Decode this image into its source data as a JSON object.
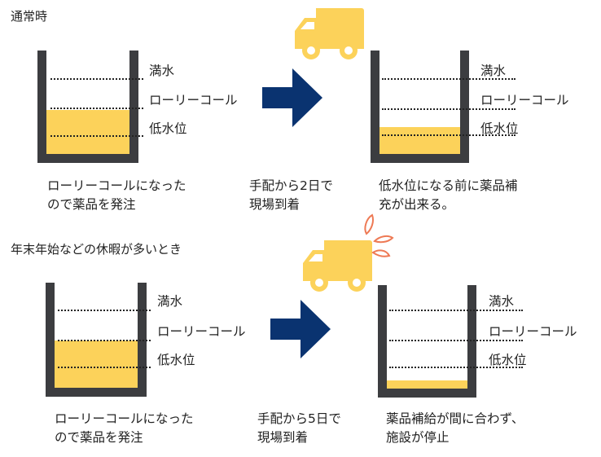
{
  "scenarios": [
    {
      "title": "通常時",
      "level_labels": [
        "満水",
        "ローリーコール",
        "低水位"
      ],
      "before_caption": "ローリーコールになった\nので薬品を発注",
      "transit_caption": "手配から2日で\n現場到着",
      "after_caption": "低水位になる前に薬品補\n充が出来る。"
    },
    {
      "title": "年末年始などの休暇が多いとき",
      "level_labels": [
        "満水",
        "ローリーコール",
        "低水位"
      ],
      "before_caption": "ローリーコールになった\nので薬品を発注",
      "transit_caption": "手配から5日で\n現場到着",
      "after_caption": "薬品補給が間に合わず、\n施設が停止"
    }
  ],
  "colors": {
    "tank": "#3c3d40",
    "chemical": "#fcd25a",
    "arrow": "#0a3370",
    "truck": "#fcd25a",
    "alert": "#ee7a55"
  }
}
